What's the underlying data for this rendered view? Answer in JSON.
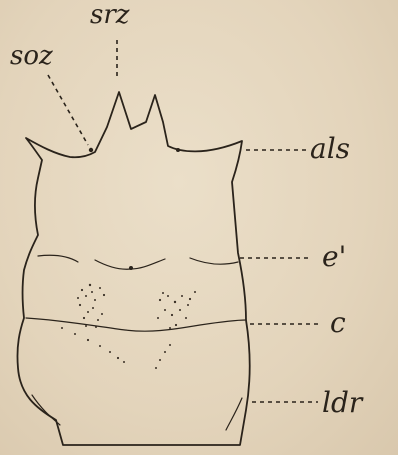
{
  "figure": {
    "labels": {
      "srz": "srz",
      "soz": "soz",
      "als": "als",
      "e_prime": "e'",
      "c": "c",
      "ldr": "ldr"
    }
  }
}
